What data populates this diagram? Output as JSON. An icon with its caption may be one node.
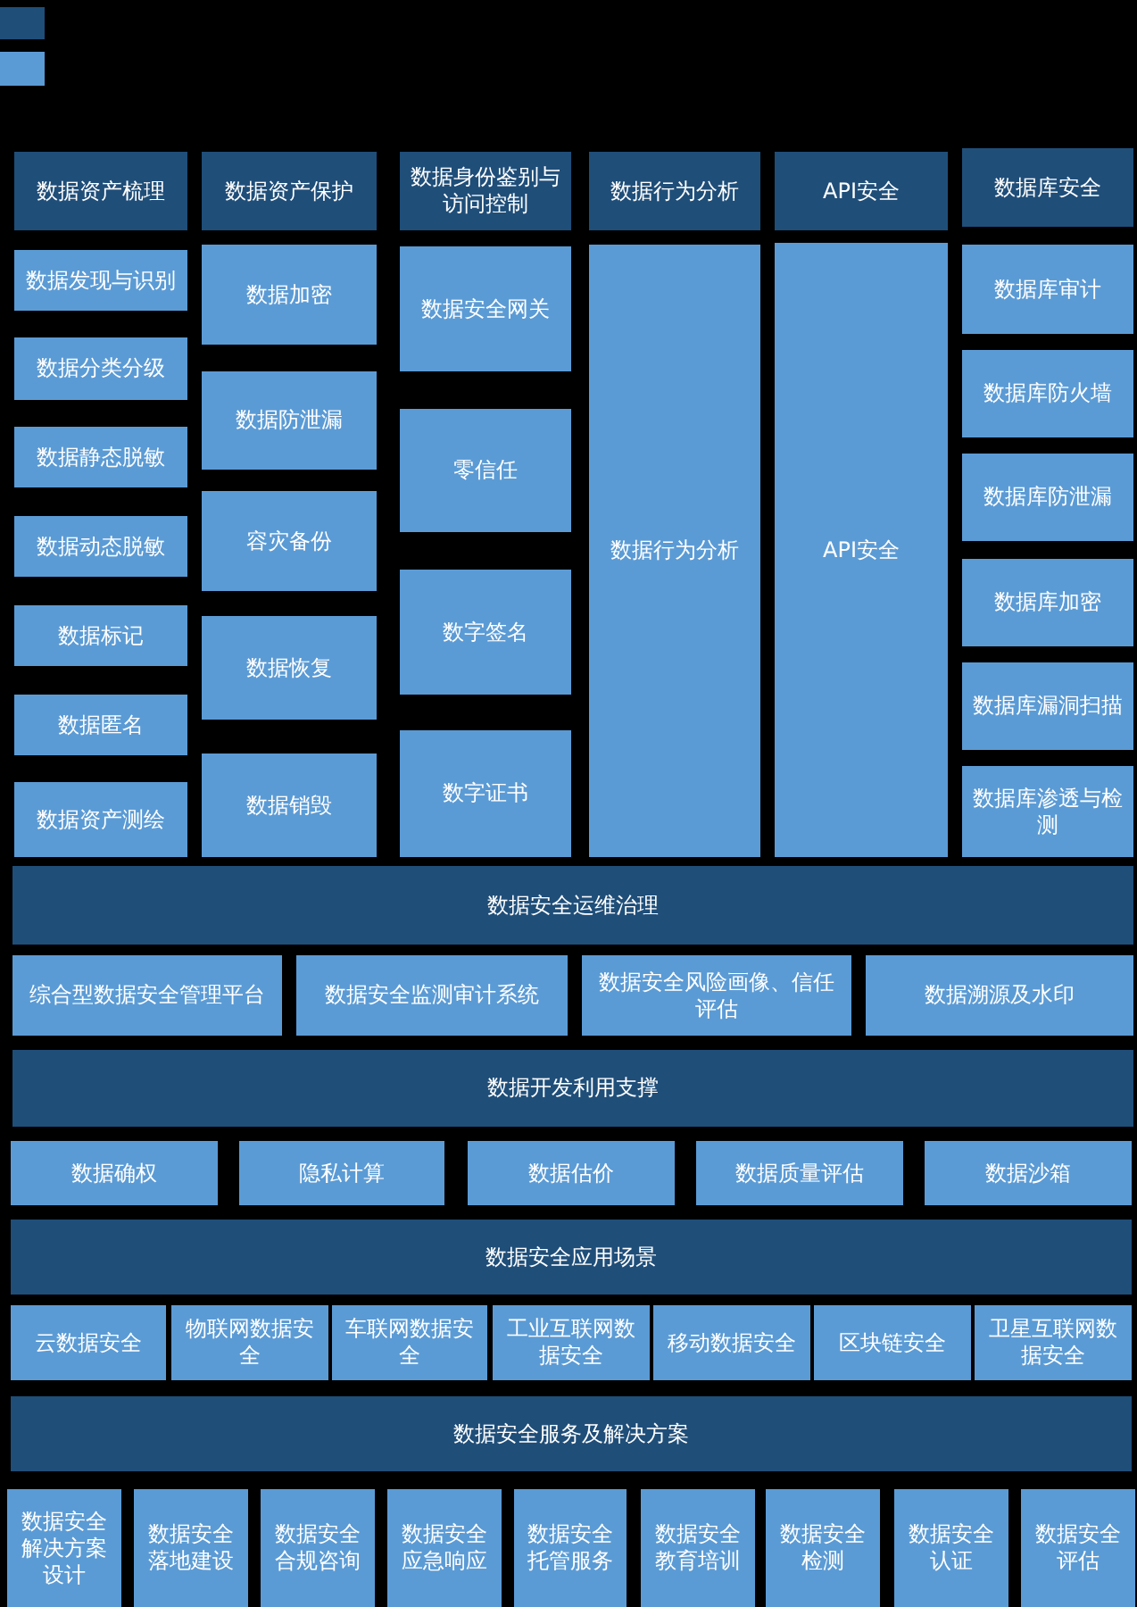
{
  "diagram": {
    "nodes": [
      {
        "text": [],
        "shape": "box"
      },
      {
        "text": [],
        "shape": "box"
      },
      {
        "text": [
          "数据资产梳理"
        ]
      },
      {
        "text": [
          "数据资产保护"
        ]
      },
      {
        "text": [
          "数据身份鉴别与访问控制"
        ]
      },
      {
        "text": [
          "数据行为分析"
        ]
      },
      {
        "text": [
          "API安全"
        ]
      },
      {
        "text": [
          "数据库安全"
        ]
      },
      {
        "text": [
          "数据发现与识别"
        ]
      },
      {
        "text": [
          "数据分类分级"
        ]
      },
      {
        "text": [
          "数据静态脱敏"
        ]
      },
      {
        "text": [
          "数据动态脱敏"
        ]
      },
      {
        "text": [
          "数据标记"
        ]
      },
      {
        "text": [
          "数据匿名"
        ]
      },
      {
        "text": [
          "数据资产测绘"
        ]
      },
      {
        "text": [
          "数据加密"
        ]
      },
      {
        "text": [
          "数据防泄漏"
        ]
      },
      {
        "text": [
          "容灾备份"
        ]
      },
      {
        "text": [
          "数据恢复"
        ]
      },
      {
        "text": [
          "数据销毁"
        ]
      },
      {
        "text": [
          "数据安全网关"
        ]
      },
      {
        "text": [
          "零信任"
        ]
      },
      {
        "text": [
          "数字签名"
        ]
      },
      {
        "text": [
          "数字证书"
        ]
      },
      {
        "text": [
          "数据行为分析"
        ]
      },
      {
        "text": [
          "API安全"
        ]
      },
      {
        "text": [
          "数据库审计"
        ]
      },
      {
        "text": [
          "数据库防火墙"
        ]
      },
      {
        "text": [
          "数据库防泄漏"
        ]
      },
      {
        "text": [
          "数据库加密"
        ]
      },
      {
        "text": [
          "数据库漏洞扫描"
        ]
      },
      {
        "text": [
          "数据库渗透与检测"
        ]
      },
      {
        "text": [
          "数据安全运维治理"
        ]
      },
      {
        "text": [
          "综合型数据安全管理平台"
        ]
      },
      {
        "text": [
          "数据安全监测审计系统"
        ]
      },
      {
        "text": [
          "数据安全风险画像、信任评估"
        ]
      },
      {
        "text": [
          "数据溯源及水印"
        ]
      },
      {
        "text": [
          "数据开发利用支撑"
        ]
      },
      {
        "text": [
          "数据确权"
        ]
      },
      {
        "text": [
          "隐私计算"
        ]
      },
      {
        "text": [
          "数据估价"
        ]
      },
      {
        "text": [
          "数据质量评估"
        ]
      },
      {
        "text": [
          "数据沙箱"
        ]
      },
      {
        "text": [
          "数据安全应用场景"
        ]
      },
      {
        "text": [
          "云数据安全"
        ]
      },
      {
        "text": [
          "物联网数据安全"
        ]
      },
      {
        "text": [
          "车联网数据安全"
        ]
      },
      {
        "text": [
          "工业互联网数据安全"
        ]
      },
      {
        "text": [
          "移动数据安全"
        ]
      },
      {
        "text": [
          "区块链安全"
        ]
      },
      {
        "text": [
          "卫星互联网数据安全"
        ]
      },
      {
        "text": [
          "数据安全服务及解决方案"
        ]
      },
      {
        "text": [
          "数据安全解决方案设计"
        ]
      },
      {
        "text": [
          "数据安全落地建设"
        ]
      },
      {
        "text": [
          "数据安全合规咨询"
        ]
      },
      {
        "text": [
          "数据安全应急响应"
        ]
      },
      {
        "text": [
          "数据安全托管服务"
        ]
      },
      {
        "text": [
          "数据安全教育培训"
        ]
      },
      {
        "text": [
          "数据安全检测"
        ]
      },
      {
        "text": [
          "数据安全认证"
        ]
      },
      {
        "text": [
          "数据安全评估"
        ]
      }
    ]
  }
}
